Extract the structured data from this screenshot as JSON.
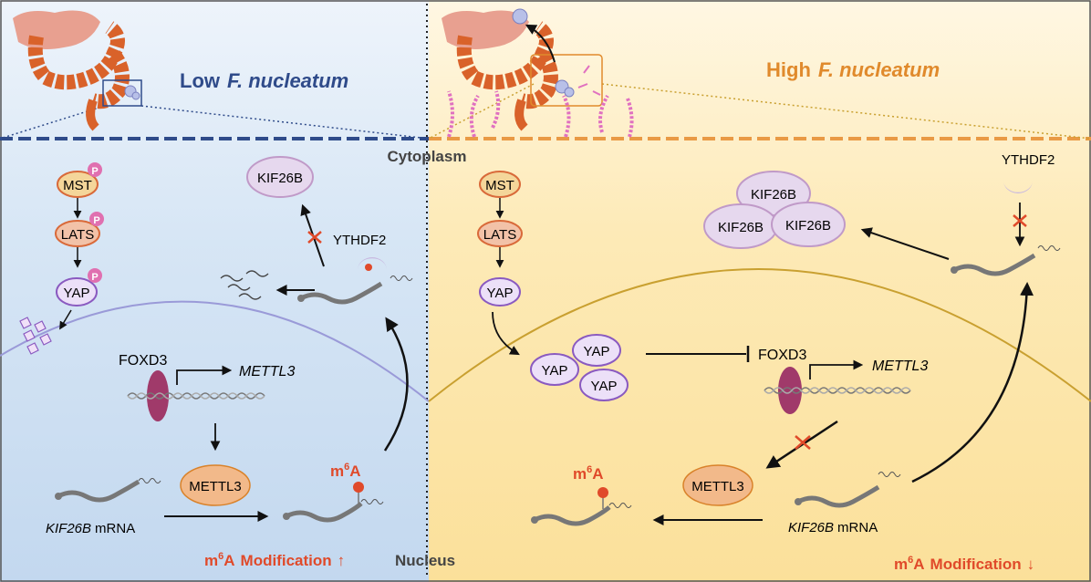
{
  "left_panel": {
    "title_prefix": "Low",
    "title_species": "F. nucleatum",
    "mst": "MST",
    "lats": "LATS",
    "yap": "YAP",
    "phospho": "P",
    "kif26b": "KIF26B",
    "ythdf2": "YTHDF2",
    "foxd3": "FOXD3",
    "mettl3_gene": "METTL3",
    "mettl3_protein": "METTL3",
    "mrna_gene": "KIF26B",
    "mrna_suffix": "mRNA",
    "m6a_base": "m",
    "m6a_sup": "6",
    "m6a_tail": "A",
    "modification": "Modification",
    "nucleus": "Nucleus"
  },
  "right_panel": {
    "title_prefix": "High",
    "title_species": "F. nucleatum",
    "mst": "MST",
    "lats": "LATS",
    "yap": "YAP",
    "kif26b": "KIF26B",
    "ythdf2": "YTHDF2",
    "foxd3": "FOXD3",
    "mettl3_gene": "METTL3",
    "mettl3_protein": "METTL3",
    "mrna_gene": "KIF26B",
    "mrna_suffix": "mRNA",
    "m6a_base": "m",
    "m6a_sup": "6",
    "m6a_tail": "A",
    "modification": "Modification"
  },
  "cytoplasm": "Cytoplasm",
  "arrows": {
    "up": "↑",
    "down": "↓"
  },
  "colors": {
    "left_title": "#2f4b8a",
    "right_title": "#e08a2c",
    "red_label": "#e04a2a",
    "colon": "#d9622a",
    "stomach": "#e8a090",
    "bacteria": "#e070c0",
    "foxd3": "#a03a6a",
    "mettl3": "#f2b98a"
  }
}
